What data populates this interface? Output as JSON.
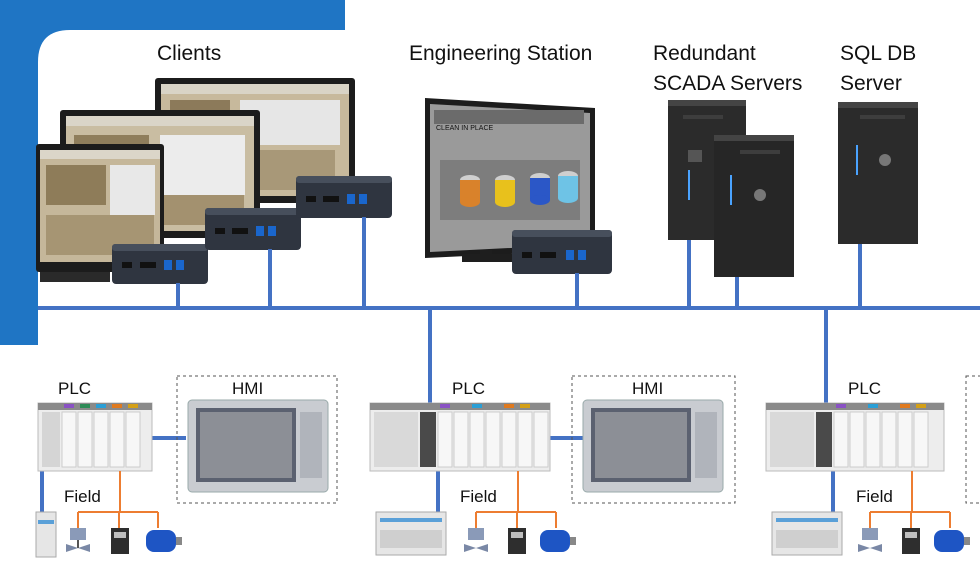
{
  "labels": {
    "clients": "Clients",
    "engineering_station": "Engineering Station",
    "scada_line1": "Redundant",
    "scada_line2": "SCADA Servers",
    "sql_line1": "SQL DB",
    "sql_line2": "Server"
  },
  "cells": [
    {
      "plc": "PLC",
      "hmi": "HMI",
      "field": "Field"
    },
    {
      "plc": "PLC",
      "hmi": "HMI",
      "field": "Field"
    },
    {
      "plc": "PLC",
      "hmi": "",
      "field": "Field"
    }
  ],
  "screen_text": {
    "clean_in_place": "CLEAN IN PLACE"
  },
  "colors": {
    "network": "#4472c4",
    "field_wire": "#ed7d31",
    "panel_blue": "#1f75c4",
    "server_dark": "#2b2b2b"
  }
}
